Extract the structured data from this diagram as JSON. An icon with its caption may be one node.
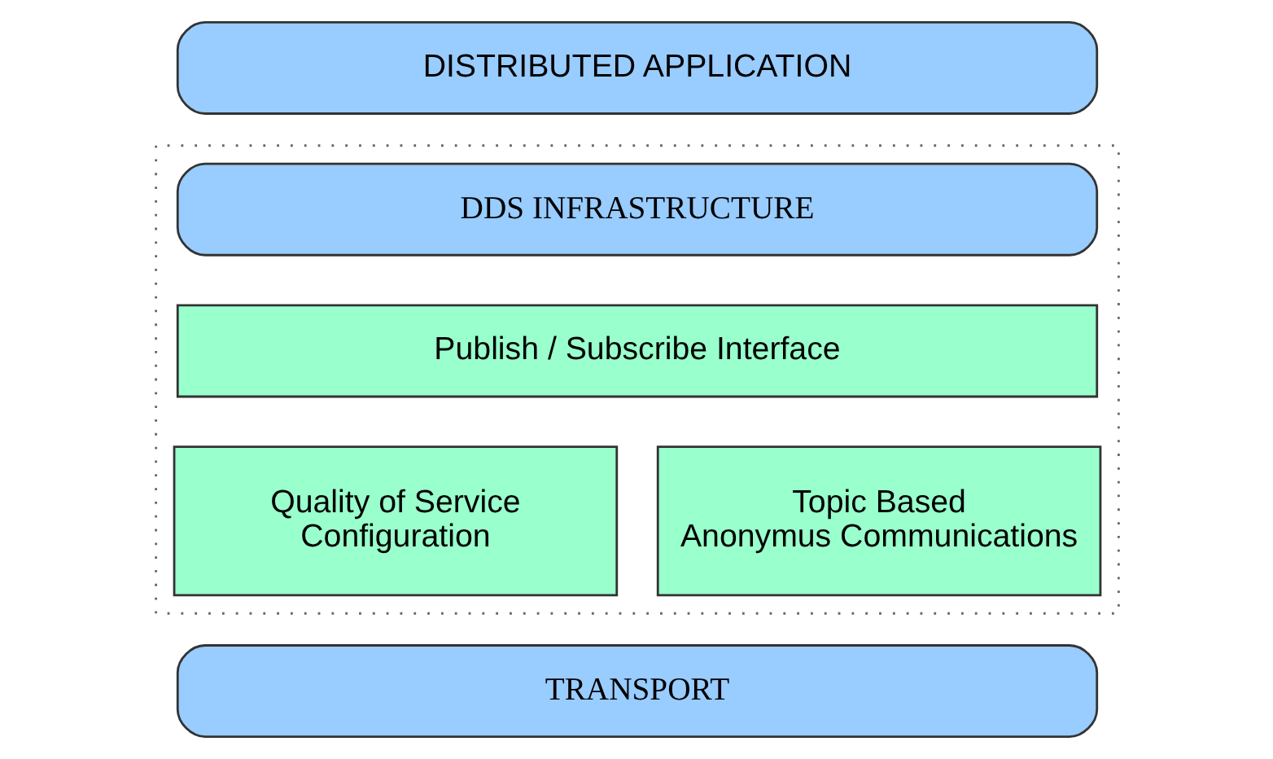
{
  "diagram": {
    "nodes": [
      {
        "text": [
          "DISTRIBUTED APPLICATION"
        ]
      },
      {
        "text": [],
        "shape": "box"
      },
      {
        "text": [
          "DDS INFRASTRUCTURE"
        ],
        "in": 1
      },
      {
        "text": [
          "Publish / Subscribe Interface"
        ],
        "in": 1
      },
      {
        "text": [
          "Quality of Service Configuration"
        ],
        "in": 1
      },
      {
        "text": [
          "Topic Based Anonymus Communications"
        ],
        "in": 1
      },
      {
        "text": [
          "TRANSPORT"
        ]
      }
    ]
  }
}
